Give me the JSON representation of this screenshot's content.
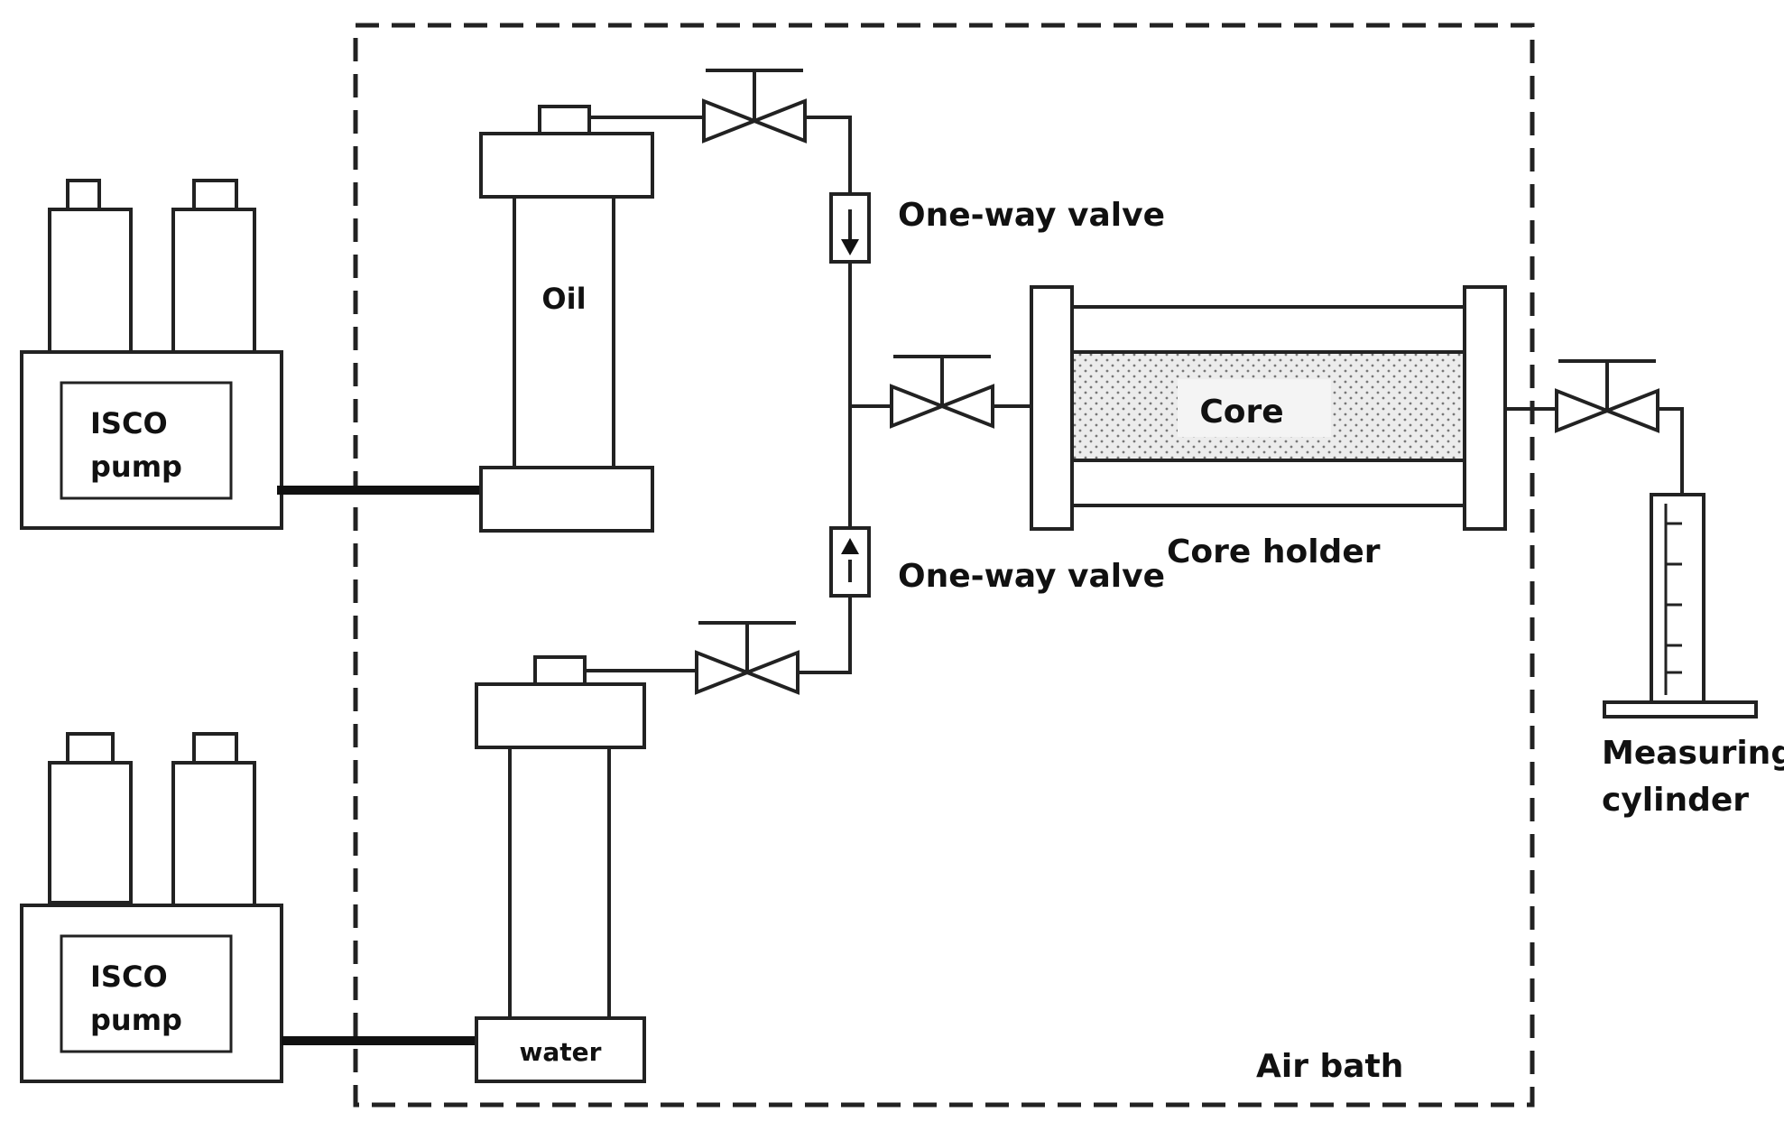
{
  "labels": {
    "pump_top": [
      "ISCO",
      "pump"
    ],
    "pump_bottom": [
      "ISCO",
      "pump"
    ],
    "oil": "Oil",
    "water": "water",
    "one_way_valve_top": "One-way valve",
    "one_way_valve_bottom": "One-way valve",
    "core": "Core",
    "core_holder": "Core holder",
    "measuring_cylinder": [
      "Measuring",
      "cylinder"
    ],
    "air_bath": "Air bath"
  },
  "colors": {
    "line": "#222222",
    "core_fill": "#e6e6e6",
    "background": "#ffffff"
  }
}
